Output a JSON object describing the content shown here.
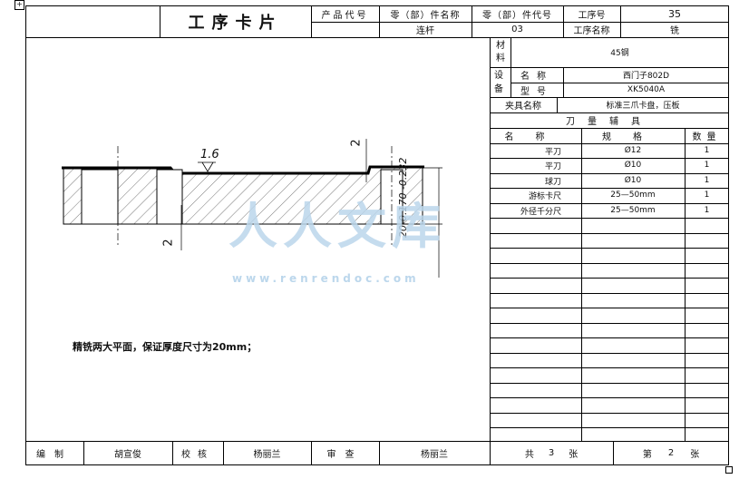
{
  "header": {
    "title": "工序卡片",
    "product_code_label": "产品代号",
    "part_name_label": "零（部）件名称",
    "part_code_label": "零（部）件代号",
    "process_no_label": "工序号",
    "process_no": "35",
    "part_name": "连杆",
    "part_code": "03",
    "process_name_label": "工序名称",
    "process_name": "铣"
  },
  "info": {
    "material_label": "材料",
    "material": "45钢",
    "equipment_label": "设备",
    "eq_name_label": "名称",
    "eq_name": "西门子802D",
    "eq_model_label": "型号",
    "eq_model": "XK5040A",
    "fixture_label": "夹具名称",
    "fixture": "标准三爪卡盘，压板",
    "tools_title": "刀量辅具",
    "col_name": "名称",
    "col_spec": "规格",
    "col_qty": "数量"
  },
  "tools": [
    {
      "name": "平刀",
      "spec": "Ø12",
      "qty": "1"
    },
    {
      "name": "平刀",
      "spec": "Ø10",
      "qty": "1"
    },
    {
      "name": "球刀",
      "spec": "Ø10",
      "qty": "1"
    },
    {
      "name": "游标卡尺",
      "spec": "25—50mm",
      "qty": "1"
    },
    {
      "name": "外径千分尺",
      "spec": "25—50mm",
      "qty": "1"
    }
  ],
  "drawing": {
    "roughness": "1.6",
    "dim_top": "2",
    "dim_left": "2",
    "dim_thickness": "20-0.170 -0.232",
    "note": "精铣两大平面，保证厚度尺寸为20mm；"
  },
  "footer": {
    "compile_label": "编制",
    "compiler": "胡宣俊",
    "check_label": "校核",
    "checker": "杨丽兰",
    "review_label": "审查",
    "reviewer": "杨丽兰",
    "total_label": "共",
    "total_pages": "3",
    "page_unit": "张",
    "page_label": "第",
    "page_no": "2",
    "page_unit2": "张"
  },
  "watermark": {
    "text": "人人文库",
    "url": "www.renrendoc.com"
  }
}
